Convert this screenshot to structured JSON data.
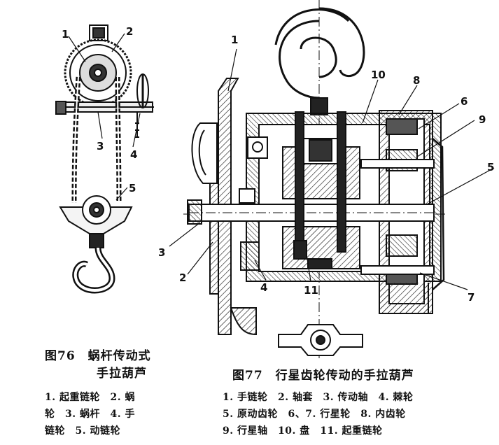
{
  "fig76": {
    "caption_line1": "图76　蜗杆传动式",
    "caption_line2": "手拉葫芦",
    "callouts": [
      "1",
      "2",
      "3",
      "4",
      "5"
    ],
    "legend": [
      "1. 起重链轮　2. 蜗",
      "轮　3. 蜗杆　4. 手",
      "链轮　5. 动链轮"
    ]
  },
  "fig77": {
    "caption": "图77　行星齿轮传动的手拉葫芦",
    "callouts": [
      "1",
      "2",
      "3",
      "4",
      "5",
      "6",
      "7",
      "8",
      "9",
      "10",
      "11"
    ],
    "legend": [
      "1. 手链轮　2. 轴套　3. 传动轴　4. 棘轮",
      "5. 原动齿轮　6、7. 行星轮　8. 内齿轮",
      "9. 行星轴　10. 盘　11. 起重链轮"
    ]
  }
}
